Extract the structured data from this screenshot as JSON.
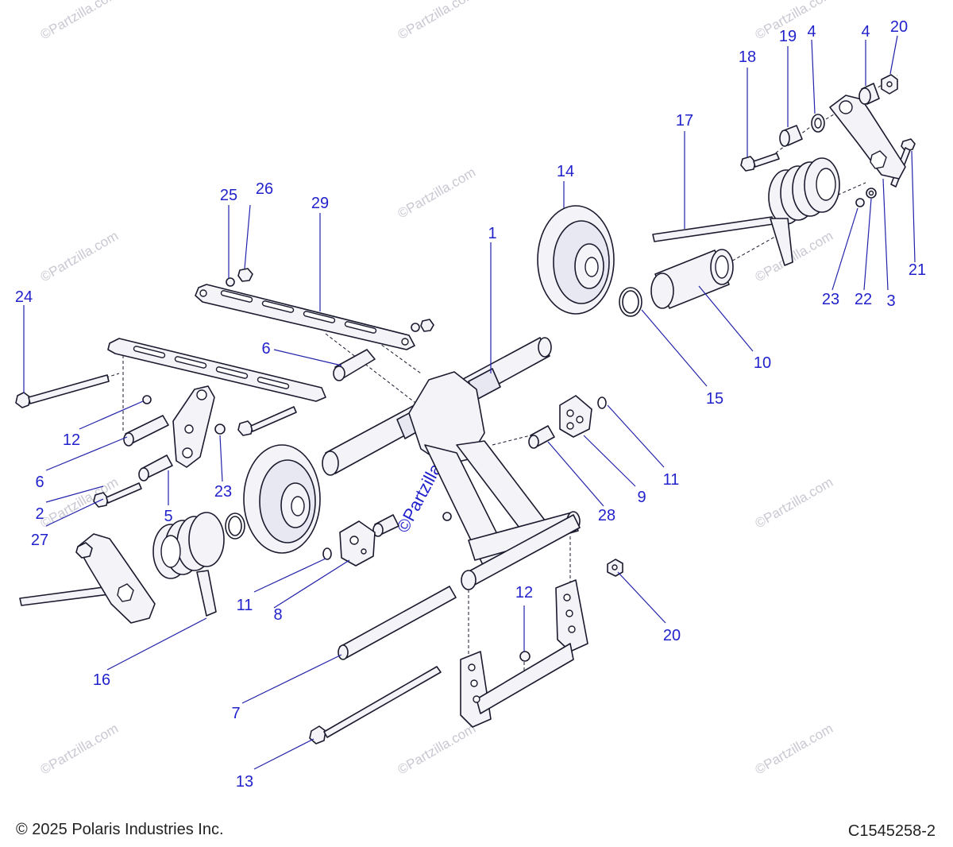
{
  "footer": {
    "copyright": "© 2025 Polaris Industries Inc.",
    "diagram_code": "C1545258-2"
  },
  "watermark": {
    "text": "©Partzilla.com",
    "center_text": "©Partzilla.com"
  },
  "callouts": {
    "c1": "1",
    "c2": "2",
    "c3": "3",
    "c4a": "4",
    "c4b": "4",
    "c5": "5",
    "c6a": "6",
    "c6b": "6",
    "c7": "7",
    "c8": "8",
    "c9": "9",
    "c10": "10",
    "c11a": "11",
    "c11b": "11",
    "c12a": "12",
    "c12b": "12",
    "c13": "13",
    "c14": "14",
    "c15": "15",
    "c16": "16",
    "c17": "17",
    "c18": "18",
    "c19": "19",
    "c20a": "20",
    "c20b": "20",
    "c21": "21",
    "c22": "22",
    "c23a": "23",
    "c23b": "23",
    "c24": "24",
    "c25": "25",
    "c26": "26",
    "c27": "27",
    "c28": "28",
    "c29": "29"
  }
}
